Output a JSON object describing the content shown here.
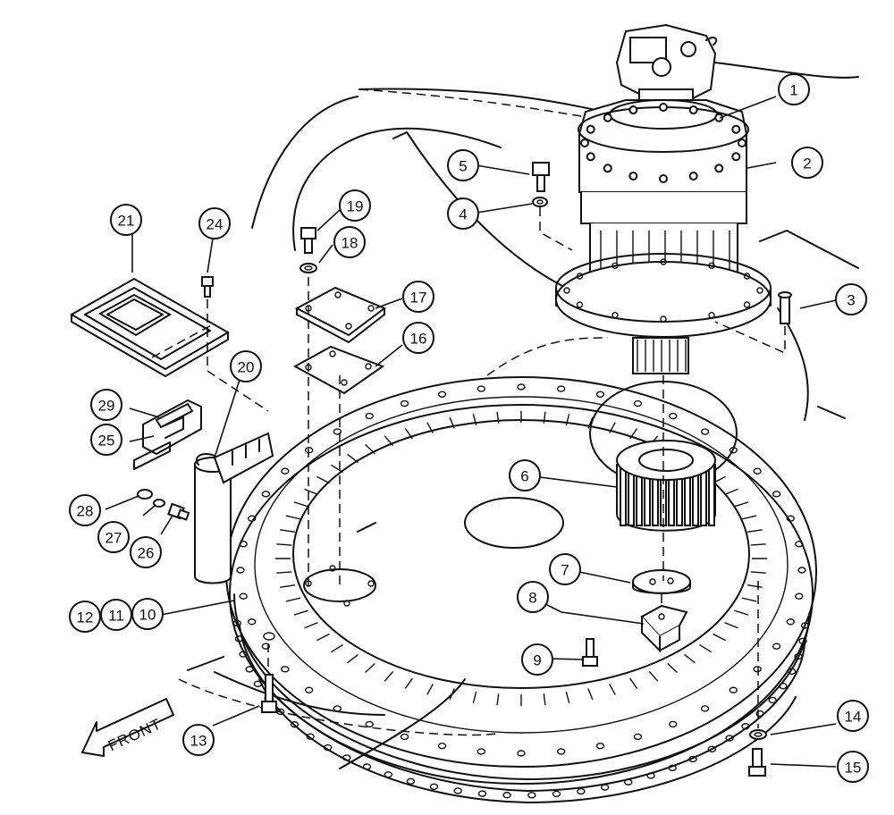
{
  "diagram": {
    "front_label": "FRONT",
    "callouts": [
      {
        "id": "1",
        "label": "1"
      },
      {
        "id": "2",
        "label": "2"
      },
      {
        "id": "3",
        "label": "3"
      },
      {
        "id": "4",
        "label": "4"
      },
      {
        "id": "5",
        "label": "5"
      },
      {
        "id": "6",
        "label": "6"
      },
      {
        "id": "7",
        "label": "7"
      },
      {
        "id": "8",
        "label": "8"
      },
      {
        "id": "9",
        "label": "9"
      },
      {
        "id": "10",
        "label": "10"
      },
      {
        "id": "11",
        "label": "11"
      },
      {
        "id": "12",
        "label": "12"
      },
      {
        "id": "13",
        "label": "13"
      },
      {
        "id": "14",
        "label": "14"
      },
      {
        "id": "15",
        "label": "15"
      },
      {
        "id": "16",
        "label": "16"
      },
      {
        "id": "17",
        "label": "17"
      },
      {
        "id": "18",
        "label": "18"
      },
      {
        "id": "19",
        "label": "19"
      },
      {
        "id": "20",
        "label": "20"
      },
      {
        "id": "21",
        "label": "21"
      },
      {
        "id": "24",
        "label": "24"
      },
      {
        "id": "25",
        "label": "25"
      },
      {
        "id": "26",
        "label": "26"
      },
      {
        "id": "27",
        "label": "27"
      },
      {
        "id": "28",
        "label": "28"
      },
      {
        "id": "29",
        "label": "29"
      }
    ]
  }
}
